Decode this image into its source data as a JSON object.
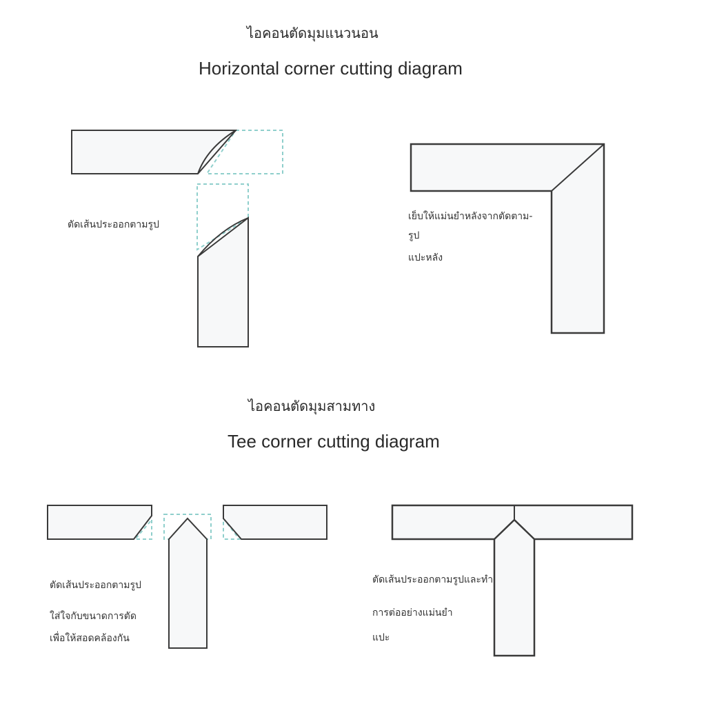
{
  "section1": {
    "title_th": "ไอคอนตัดมุมแนวนอน",
    "title_en": "Horizontal corner cutting diagram",
    "left_note": "ตัดเส้นประออกตามรูป",
    "right_note_line1": "เย็บให้แม่นยำหลังจากตัดตาม-",
    "right_note_line2": "รูป",
    "right_note_line3": "แปะหลัง"
  },
  "section2": {
    "title_th": "ไอคอนตัดมุมสามทาง",
    "title_en": "Tee corner cutting diagram",
    "left_note_line1": "ตัดเส้นประออกตามรูป",
    "left_note_line2": "ใส่ใจกับขนาดการตัด",
    "left_note_line3": "เพื่อให้สอดคล้องกัน",
    "right_note_line1": "ตัดเส้นประออกตามรูปและทำ-",
    "right_note_line2": "การต่ออย่างแม่นยำ",
    "right_note_line3": "แปะ"
  },
  "colors": {
    "outline": "#3a3a3a",
    "fill": "#f7f8f9",
    "dashed_guide": "#8fcfcc"
  }
}
